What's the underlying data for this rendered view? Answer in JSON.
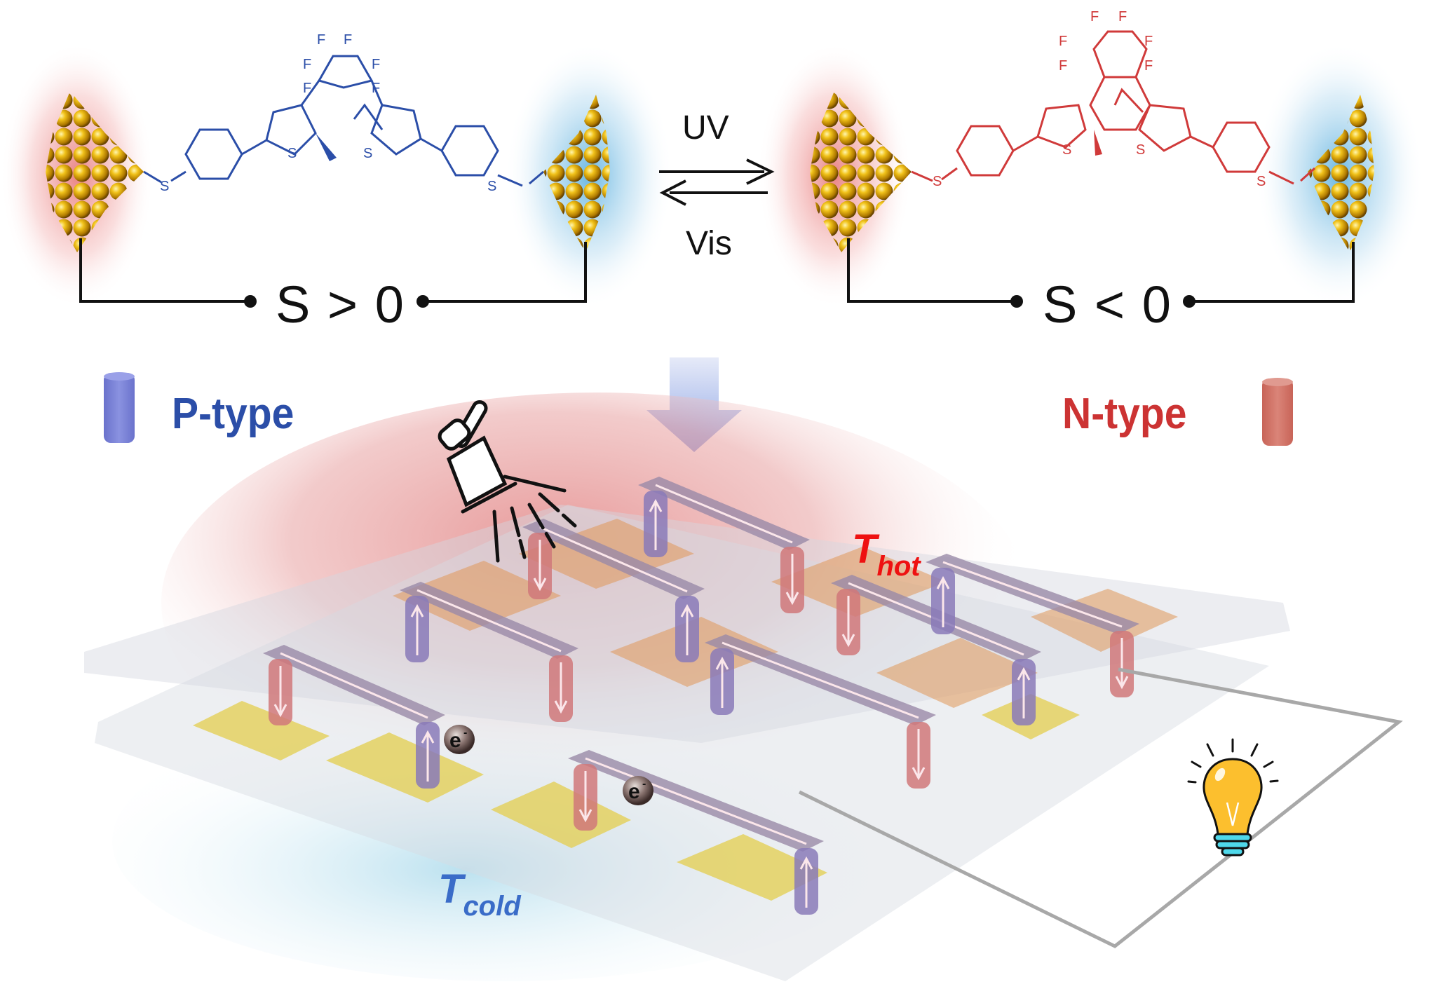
{
  "figure": {
    "top_left_state": {
      "molecule_form": "open-ring diarylethene",
      "molecule_color": "#2b4ea8",
      "atom_labels": [
        "F",
        "F",
        "F",
        "F",
        "F",
        "F",
        "S",
        "S",
        "S",
        "S"
      ],
      "seebeck_label": "S > 0"
    },
    "top_right_state": {
      "molecule_form": "closed-ring diarylethene",
      "molecule_color": "#d03a3a",
      "atom_labels": [
        "F",
        "F",
        "F",
        "F",
        "F",
        "F",
        "S",
        "S",
        "S",
        "S"
      ],
      "seebeck_label": "S < 0"
    },
    "switch": {
      "forward_label": "UV",
      "reverse_label": "Vis"
    },
    "legend": {
      "p_type_label": "P-type",
      "p_type_color": "#2b4ea8",
      "p_leg_color": "#7b82d8",
      "n_type_label": "N-type",
      "n_type_color": "#cc3333",
      "n_leg_color": "#d0766a"
    },
    "device": {
      "hot_label_main": "T",
      "hot_label_sub": "hot",
      "hot_color": "#ee1111",
      "cold_label_main": "T",
      "cold_label_sub": "cold",
      "cold_color": "#3a6cc8",
      "electron_label": "e",
      "electron_charge": "-",
      "electron_count": 2
    },
    "icons": {
      "light_source": "lamp-icon",
      "load": "lightbulb-icon",
      "process_arrow": "down-arrow-icon"
    }
  }
}
